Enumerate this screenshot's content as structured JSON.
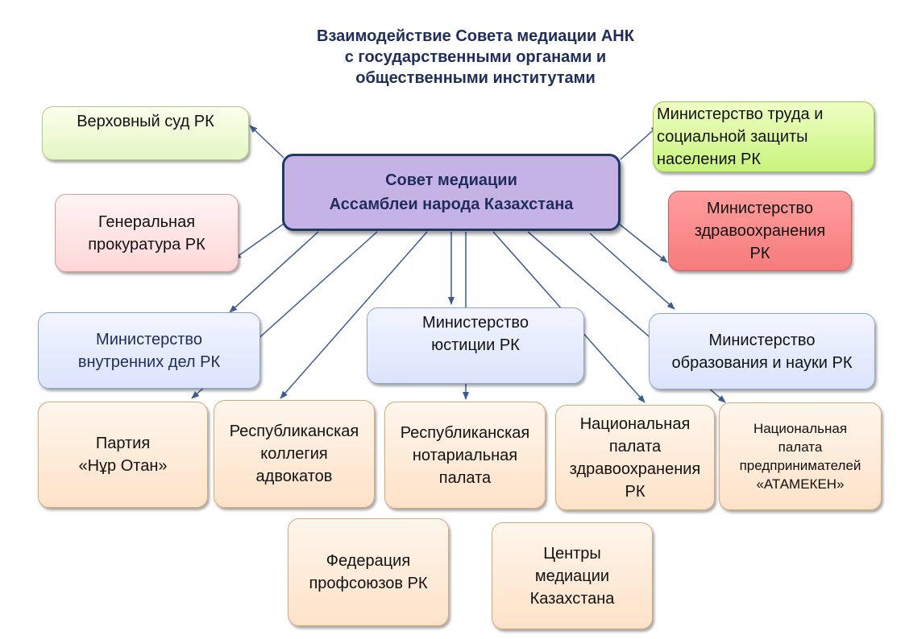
{
  "title": {
    "line1": "Взаимодействие Совета медиации АНК",
    "line2": "с государственными органами и",
    "line3": "общественными институтами"
  },
  "center": "Совет медиации\n Ассамблеи народа Казахстана",
  "nodes": {
    "supreme_court": "Верховный суд РК",
    "prosecutor": "Генеральная\nпрокуратура РК",
    "interior": "Министерство\nвнутренних дел РК",
    "justice": "Министерство\nюстиции РК",
    "education": "Министерство\nобразования и науки РК",
    "labor": "Министерство труда и\nсоциальной защиты\nнаселения РК",
    "health": "Министерство\nздравоохранения\nРК",
    "nur_otan": "Партия\n«Нұр Отан»",
    "advocates": "Республиканская\nколлегия\nадвокатов",
    "notary": "Республиканская\nнотариальная\nпалата",
    "health_chamber": "Национальная\nпалата\nздравоохранения\nРК",
    "atameken": "Национальная\nпалата\nпредпринимателей\n«АТАМЕКЕН»",
    "unions": "Федерация\nпрофсоюзов РК",
    "mediation_centers": "Центры\nмедиации\nКазахстана"
  },
  "colors": {
    "arrow": "#3d5d8f",
    "center_border": "#1f3868",
    "center_fill": "#c6b3e6",
    "title": "#1f2d5a"
  }
}
